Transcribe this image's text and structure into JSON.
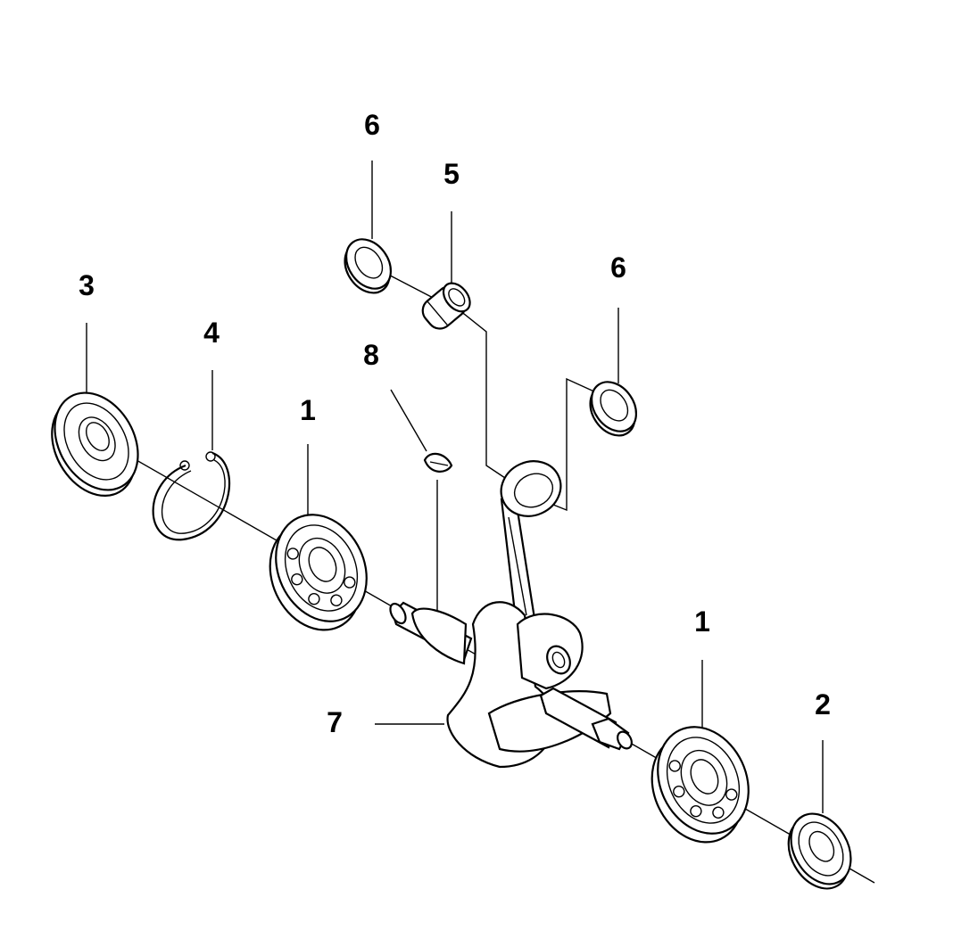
{
  "callouts": {
    "c6a": "6",
    "c5": "5",
    "c6b": "6",
    "c3": "3",
    "c4": "4",
    "c8": "8",
    "c1a": "1",
    "c1b": "1",
    "c2": "2",
    "c7": "7"
  }
}
